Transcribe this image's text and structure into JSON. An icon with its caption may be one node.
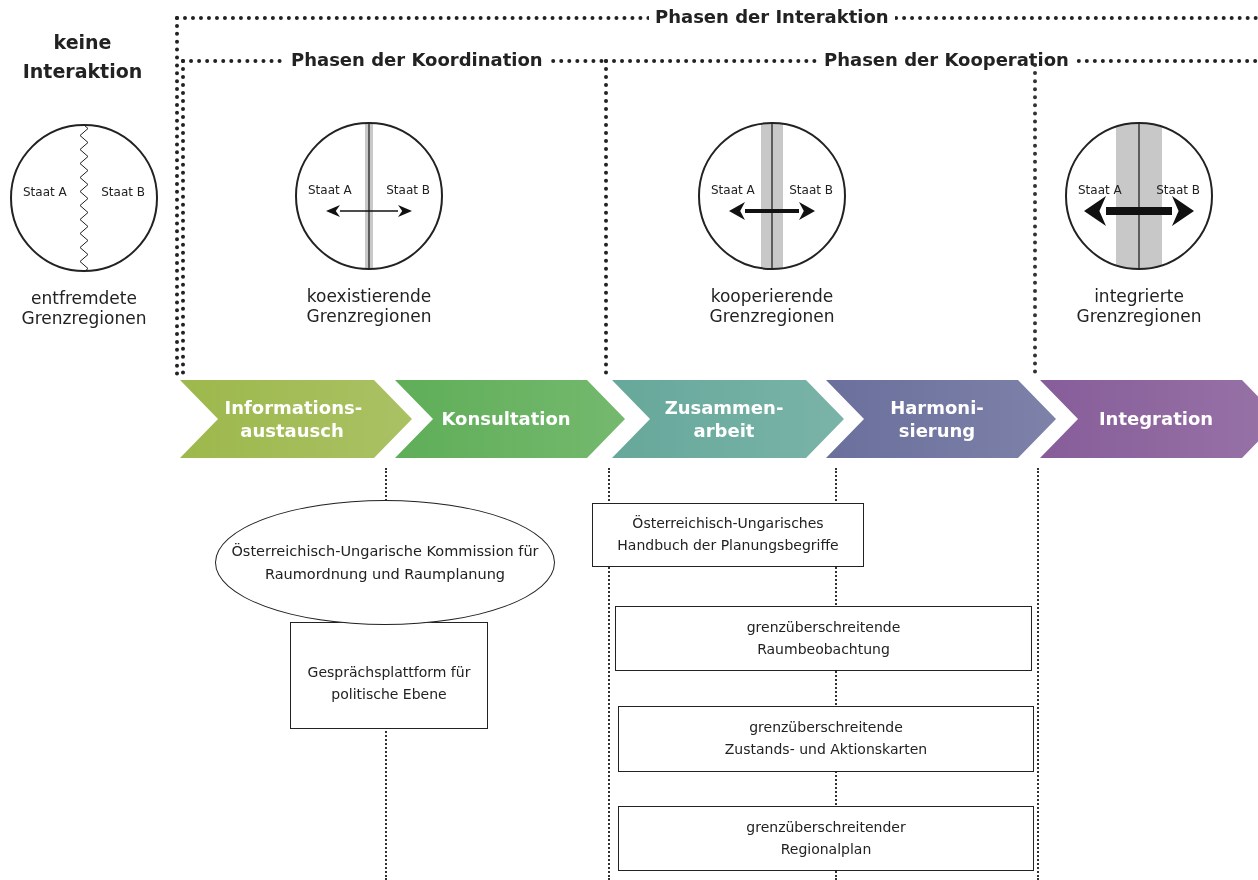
{
  "diagram": {
    "nodes": [
      {
        "text": [
          "Phasen der Interaktion"
        ]
      },
      {
        "text": [
          "Phasen der Koordination"
        ],
        "in": 0
      },
      {
        "text": [
          "Phasen der Kooperation"
        ],
        "in": 0
      },
      {
        "text": [
          "Staat A",
          "Staat B"
        ],
        "beside": [
          "entfremdete Grenzregionen"
        ]
      },
      {
        "text": [
          "Staat A",
          "Staat B"
        ],
        "beside": [
          "koexistierende Grenzregionen"
        ],
        "in": 1
      },
      {
        "text": [
          "Staat A",
          "Staat B"
        ],
        "beside": [
          "kooperierende Grenzregionen"
        ],
        "in": 2
      },
      {
        "text": [
          "Staat A",
          "Staat B"
        ],
        "beside": [
          "integrierte Grenzregionen"
        ],
        "in": 2
      },
      {
        "text": [
          "Informations- austausch"
        ]
      },
      {
        "text": [
          "Konsultation"
        ]
      },
      {
        "text": [
          "Zusammen- arbeit"
        ]
      },
      {
        "text": [
          "Harmoni- sierung"
        ]
      },
      {
        "text": [
          "Integration"
        ]
      },
      {
        "text": [
          "Österreichisch-Ungarische Kommission für Raumordnung und Raumplanung"
        ]
      },
      {
        "text": [
          "Gesprächsplattform für politische Ebene"
        ]
      },
      {
        "text": [
          "Österreichisch-Ungarisches Handbuch der Planungsbegriffe"
        ]
      },
      {
        "text": [
          "grenzüberschreitende Raumbeobachtung"
        ]
      },
      {
        "text": [
          "grenzüberschreitende Zustands- und Aktionskarten"
        ]
      },
      {
        "text": [
          "grenzüberschreitender Regionalplan"
        ]
      }
    ],
    "labels": [
      "keine Interaktion"
    ]
  }
}
